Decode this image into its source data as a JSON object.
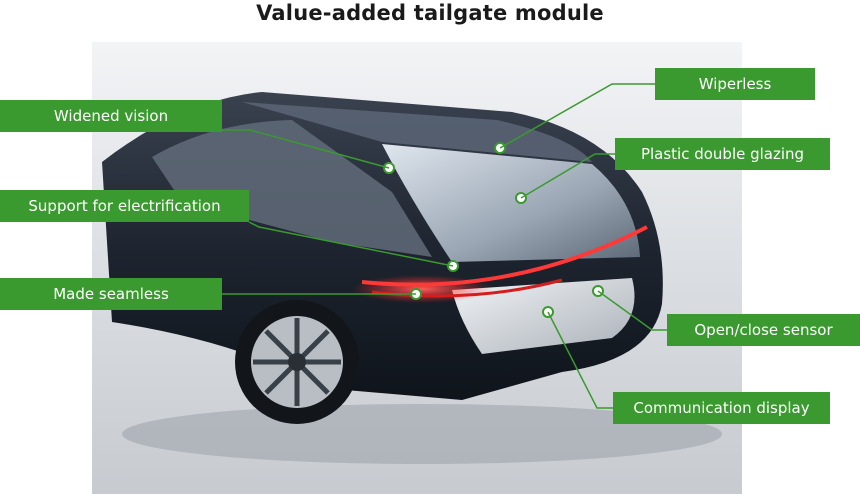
{
  "title": "Value-added tailgate module",
  "accent_color": "#3b9a2f",
  "illustration": {
    "subject": "car-rear-view-illustration"
  },
  "callouts": [
    {
      "id": "wiperless",
      "label": "Wiperless"
    },
    {
      "id": "widened-vision",
      "label": "Widened vision"
    },
    {
      "id": "plastic-double-glazing",
      "label": "Plastic double glazing"
    },
    {
      "id": "support-electrification",
      "label": "Support for electrification"
    },
    {
      "id": "made-seamless",
      "label": "Made seamless"
    },
    {
      "id": "open-close-sensor",
      "label": "Open/close sensor"
    },
    {
      "id": "communication-display",
      "label": "Communication display"
    }
  ]
}
